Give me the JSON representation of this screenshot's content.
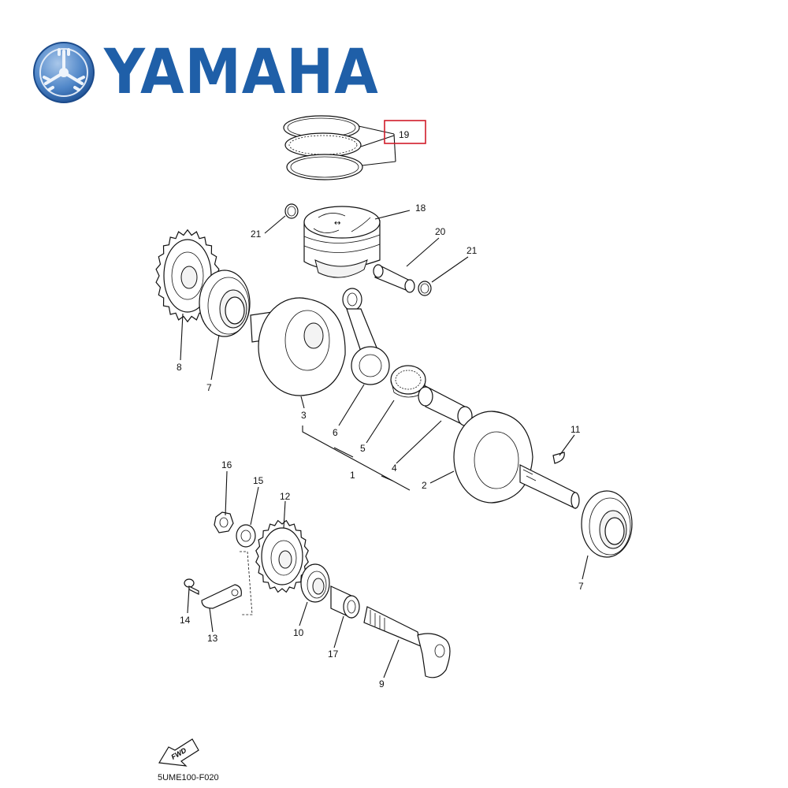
{
  "brand": {
    "name": "YAMAHA",
    "color": "#1f5fa8",
    "logo_icon": "tuning-fork-emblem-icon"
  },
  "diagram": {
    "highlight_color": "#d01c2a",
    "highlighted_part": "19",
    "drawing_code": "5UME100-F020",
    "fwd_label": "FWD",
    "callouts": [
      {
        "key": "c19",
        "label": "19",
        "highlighted": true
      },
      {
        "key": "c18",
        "label": "18"
      },
      {
        "key": "c21a",
        "label": "21"
      },
      {
        "key": "c20",
        "label": "20"
      },
      {
        "key": "c21b",
        "label": "21"
      },
      {
        "key": "c8",
        "label": "8"
      },
      {
        "key": "c7a",
        "label": "7"
      },
      {
        "key": "c3",
        "label": "3"
      },
      {
        "key": "c6",
        "label": "6"
      },
      {
        "key": "c5",
        "label": "5"
      },
      {
        "key": "c1",
        "label": "1"
      },
      {
        "key": "c4",
        "label": "4"
      },
      {
        "key": "c2",
        "label": "2"
      },
      {
        "key": "c11",
        "label": "11"
      },
      {
        "key": "c7b",
        "label": "7"
      },
      {
        "key": "c16",
        "label": "16"
      },
      {
        "key": "c15",
        "label": "15"
      },
      {
        "key": "c12",
        "label": "12"
      },
      {
        "key": "c14",
        "label": "14"
      },
      {
        "key": "c13",
        "label": "13"
      },
      {
        "key": "c10",
        "label": "10"
      },
      {
        "key": "c17",
        "label": "17"
      },
      {
        "key": "c9",
        "label": "9"
      }
    ]
  }
}
